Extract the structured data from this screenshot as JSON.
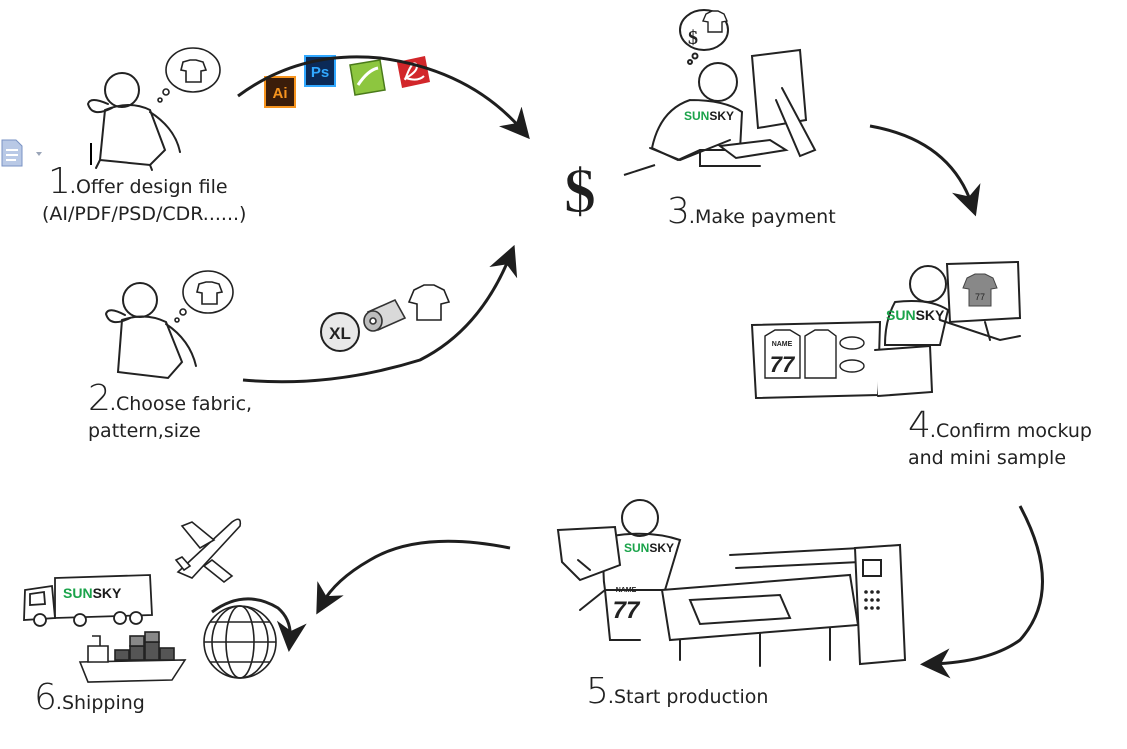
{
  "steps": [
    {
      "number": "1",
      "text": ".Offer design file",
      "sub": "(AI/PDF/PSD/CDR......)"
    },
    {
      "number": "2",
      "text": ".Choose fabric,",
      "sub": "pattern,size"
    },
    {
      "number": "3",
      "text": ".Make payment",
      "sub": ""
    },
    {
      "number": "4",
      "text": ".Confirm mockup",
      "sub": "and mini sample"
    },
    {
      "number": "5",
      "text": ".Start production",
      "sub": ""
    },
    {
      "number": "6",
      "text": ".Shipping",
      "sub": ""
    }
  ],
  "brand": {
    "part1": "SUN",
    "part2": "SKY",
    "accent_color": "#1aa34a",
    "dark_color": "#1a1a1a"
  },
  "file_icons": {
    "ai": "Ai",
    "ps": "Ps"
  },
  "fabric_icons": {
    "size_badge": "XL"
  },
  "payment_symbol": "$",
  "jersey": {
    "name": "NAME",
    "number": "77"
  },
  "colors": {
    "ai_bg": "#3b1d0a",
    "ai_fg": "#f7941e",
    "ps_bg": "#0b2a57",
    "ps_fg": "#31a8ff",
    "pdf": "#d2262a",
    "cdr": "#8dc63f",
    "ink": "#1e1e1e"
  }
}
